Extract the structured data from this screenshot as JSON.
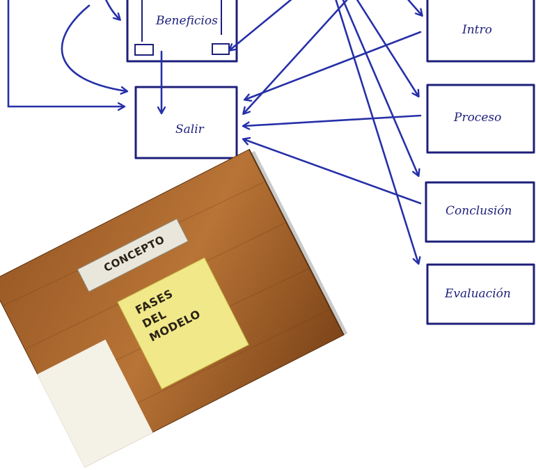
{
  "diagram": {
    "nodes": [
      {
        "id": "beneficios",
        "label": "Beneficios"
      },
      {
        "id": "salir",
        "label": "Salir"
      },
      {
        "id": "intro",
        "label": "Intro"
      },
      {
        "id": "proceso",
        "label": "Proceso"
      },
      {
        "id": "conclusion",
        "label": "Conclusión"
      },
      {
        "id": "evaluacion",
        "label": "Evaluación"
      }
    ],
    "edge_color": "#2630a8"
  },
  "board": {
    "tag_label": "CONCEPTO",
    "note_lines": [
      "FASES",
      "DEL",
      "MODELO"
    ]
  }
}
